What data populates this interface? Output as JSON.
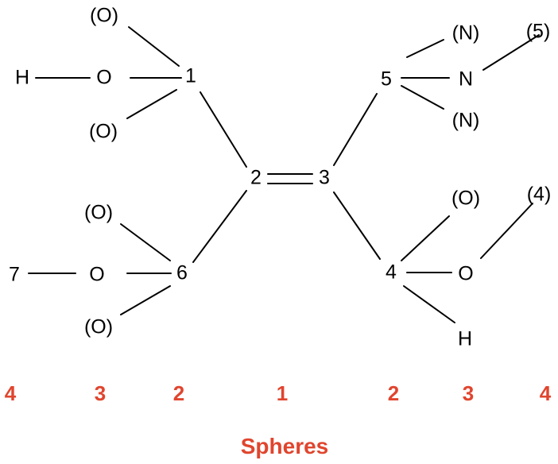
{
  "colors": {
    "sphere_label": "#e0452e",
    "bond": "#000000"
  },
  "atoms": {
    "c1": "1",
    "c2": "2",
    "c3": "3",
    "c4": "4",
    "c5": "5",
    "c6": "6",
    "c7": "7",
    "o_top": "(O)",
    "o_mid": "O",
    "h_left": "H",
    "o_low": "(O)",
    "o6_top": "(O)",
    "o6_mid": "O",
    "o6_low": "(O)",
    "n_top": "(N)",
    "n_mid": "N",
    "n_low": "(N)",
    "n_dup5": "(5)",
    "o4_dup": "(O)",
    "o4": "O",
    "dup4": "(4)",
    "h4": "H"
  },
  "spheres": [
    "4",
    "3",
    "2",
    "1",
    "2",
    "3",
    "4"
  ],
  "spheres_title": "Spheres"
}
